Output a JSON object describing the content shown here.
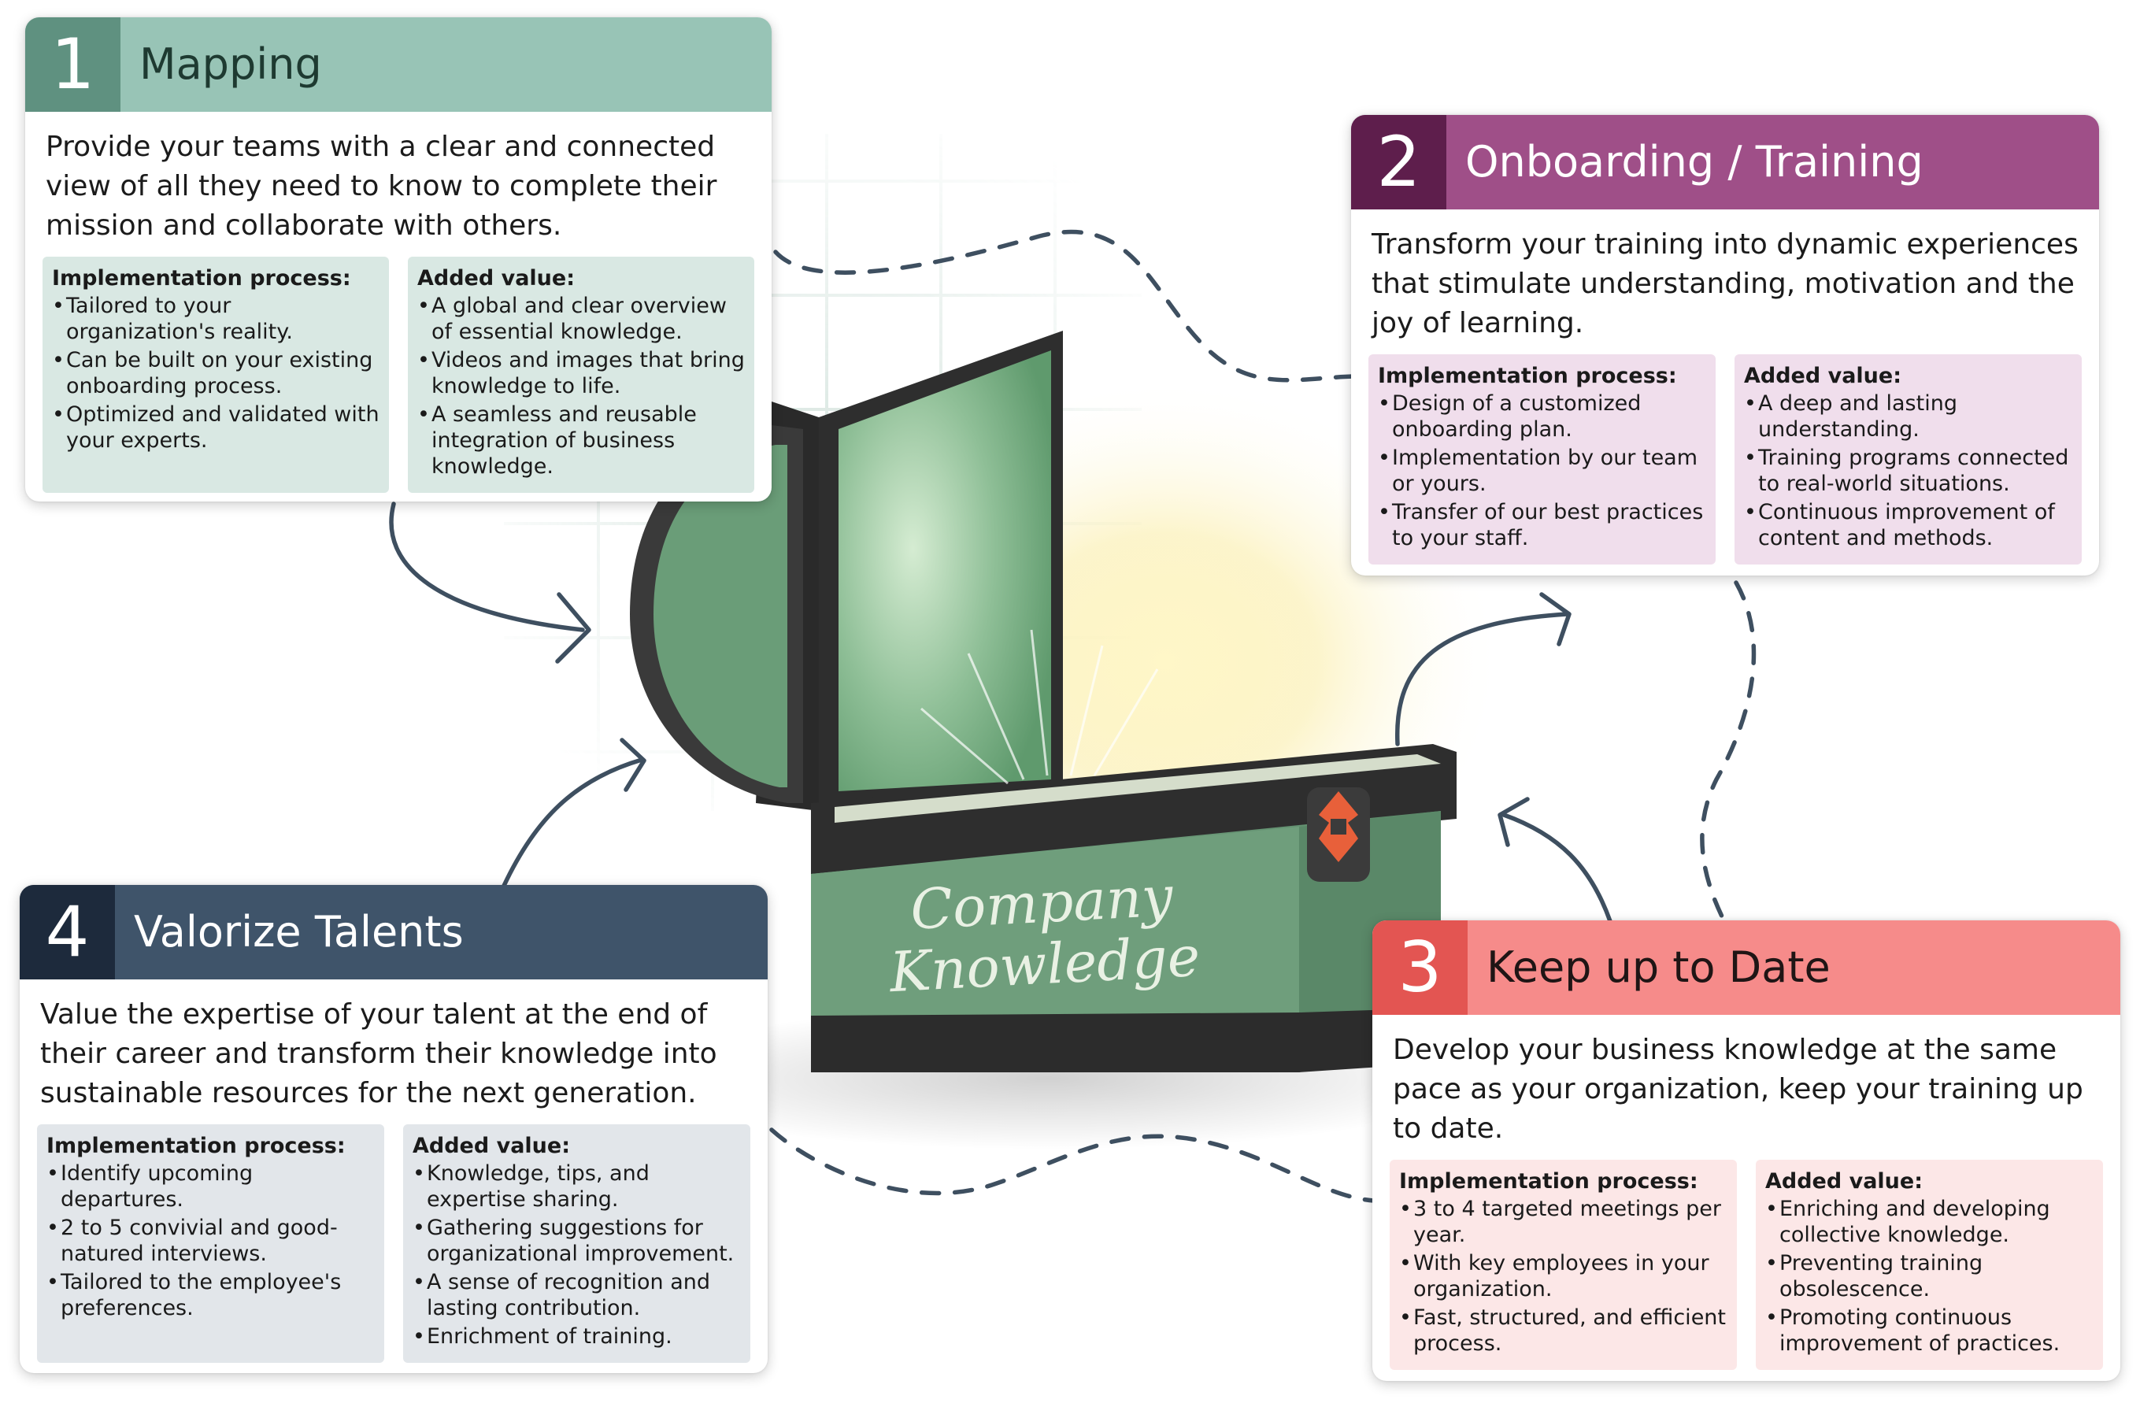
{
  "chest": {
    "label_line1": "Company",
    "label_line2": "Knowledge",
    "body_color": "#6f9e7c",
    "accent_color": "#e8603a"
  },
  "cards": [
    {
      "number": "1",
      "title": "Mapping",
      "header_color": "#98c4b6",
      "number_color": "#5f9180",
      "title_color": "#1e3a31",
      "column_color": "#d9e8e3",
      "description": "Provide your teams with a clear and connected view of all they need to know to complete their mission and collaborate with others.",
      "implementation_title": "Implementation process:",
      "implementation_items": [
        "Tailored to your organization's reality.",
        "Can be built on your existing onboarding process.",
        "Optimized and validated with your experts."
      ],
      "value_title": "Added value:",
      "value_items": [
        "A global and clear overview of essential knowledge.",
        "Videos and images that bring knowledge to life.",
        "A seamless and reusable integration of business knowledge."
      ]
    },
    {
      "number": "2",
      "title": "Onboarding / Training",
      "header_color": "#9f4f88",
      "number_color": "#5e1e4c",
      "title_color": "#ffffff",
      "column_color": "#f0deec",
      "description": "Transform your training into dynamic experiences that stimulate understanding, motivation and the joy of learning.",
      "implementation_title": "Implementation process:",
      "implementation_items": [
        "Design of a customized onboarding plan.",
        "Implementation by our team or yours.",
        "Transfer of our best practices to your staff."
      ],
      "value_title": "Added value:",
      "value_items": [
        "A deep and lasting understanding.",
        "Training programs connected to real-world situations.",
        "Continuous improvement of content and methods."
      ]
    },
    {
      "number": "3",
      "title": "Keep up to Date",
      "header_color": "#f68b8a",
      "number_color": "#e35552",
      "title_color": "#1f1515",
      "column_color": "#fce7e7",
      "description": "Develop your business knowledge at the same pace as your organization, keep your training up to date.",
      "implementation_title": "Implementation process:",
      "implementation_items": [
        "3 to 4 targeted meetings per year.",
        "With key employees in your organization.",
        "Fast, structured, and efficient process."
      ],
      "value_title": "Added value:",
      "value_items": [
        "Enriching and developing collective knowledge.",
        "Preventing training obsolescence.",
        "Promoting continuous improvement of practices."
      ]
    },
    {
      "number": "4",
      "title": "Valorize Talents",
      "header_color": "#3f546a",
      "number_color": "#1d2a3c",
      "title_color": "#ffffff",
      "column_color": "#e2e6ea",
      "description": "Value the expertise of your talent at the end of their career and transform their knowledge into sustainable resources for the next generation.",
      "implementation_title": "Implementation process:",
      "implementation_items": [
        "Identify upcoming departures.",
        "2 to 5 convivial and good-natured interviews.",
        "Tailored to the employee's preferences."
      ],
      "value_title": "Added value:",
      "value_items": [
        "Knowledge, tips, and expertise sharing.",
        "Gathering suggestions for organizational improvement.",
        "A sense of recognition and lasting contribution.",
        "Enrichment of training."
      ]
    }
  ]
}
